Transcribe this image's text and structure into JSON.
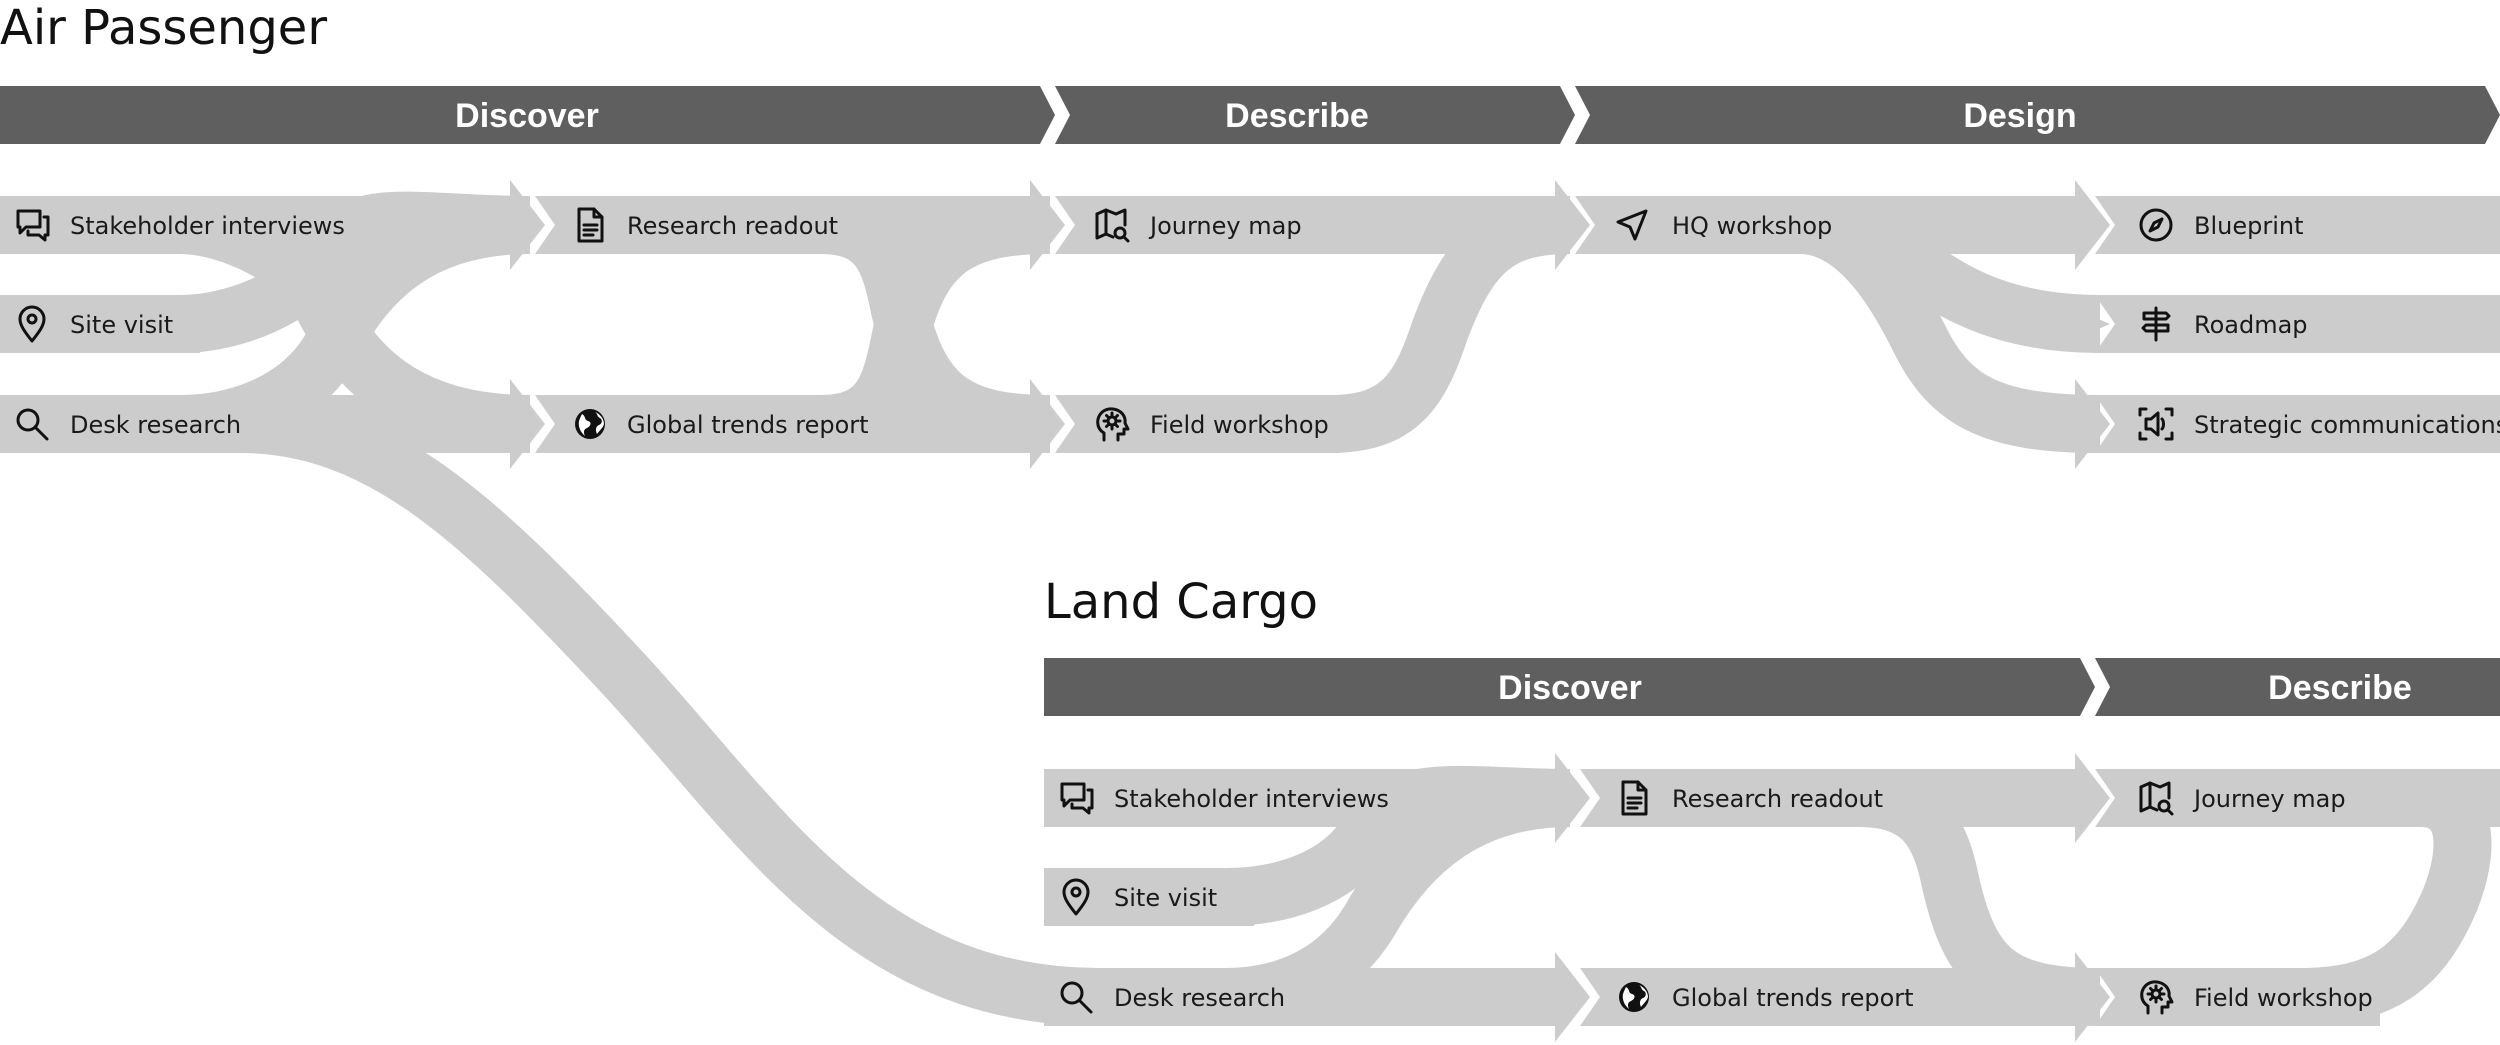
{
  "colors": {
    "phase_band": "#5f5f5f",
    "flow": "#cccccc",
    "text": "#1a1a1a",
    "background": "#ffffff"
  },
  "air_passenger": {
    "title": "Air Passenger",
    "phases": {
      "discover": "Discover",
      "describe": "Describe",
      "design": "Design"
    },
    "nodes": {
      "stakeholder_interviews": {
        "label": "Stakeholder interviews",
        "icon": "chat-icon"
      },
      "site_visit": {
        "label": "Site visit",
        "icon": "location-pin-icon"
      },
      "desk_research": {
        "label": "Desk research",
        "icon": "search-icon"
      },
      "research_readout": {
        "label": "Research readout",
        "icon": "document-icon"
      },
      "global_trends_report": {
        "label": "Global trends report",
        "icon": "globe-icon"
      },
      "journey_map": {
        "label": "Journey map",
        "icon": "map-search-icon"
      },
      "field_workshop": {
        "label": "Field workshop",
        "icon": "head-gear-icon"
      },
      "hq_workshop": {
        "label": "HQ workshop",
        "icon": "navigation-arrow-icon"
      },
      "blueprint": {
        "label": "Blueprint",
        "icon": "compass-icon"
      },
      "roadmap": {
        "label": "Roadmap",
        "icon": "signpost-icon"
      },
      "strategic_communications": {
        "label": "Strategic communications",
        "icon": "speaker-icon"
      }
    }
  },
  "land_cargo": {
    "title": "Land Cargo",
    "phases": {
      "discover": "Discover",
      "describe": "Describe"
    },
    "nodes": {
      "stakeholder_interviews": {
        "label": "Stakeholder interviews",
        "icon": "chat-icon"
      },
      "site_visit": {
        "label": "Site visit",
        "icon": "location-pin-icon"
      },
      "desk_research": {
        "label": "Desk research",
        "icon": "search-icon"
      },
      "research_readout": {
        "label": "Research readout",
        "icon": "document-icon"
      },
      "global_trends_report": {
        "label": "Global trends report",
        "icon": "globe-icon"
      },
      "journey_map": {
        "label": "Journey map",
        "icon": "map-search-icon"
      },
      "field_workshop": {
        "label": "Field workshop",
        "icon": "head-gear-icon"
      }
    }
  }
}
